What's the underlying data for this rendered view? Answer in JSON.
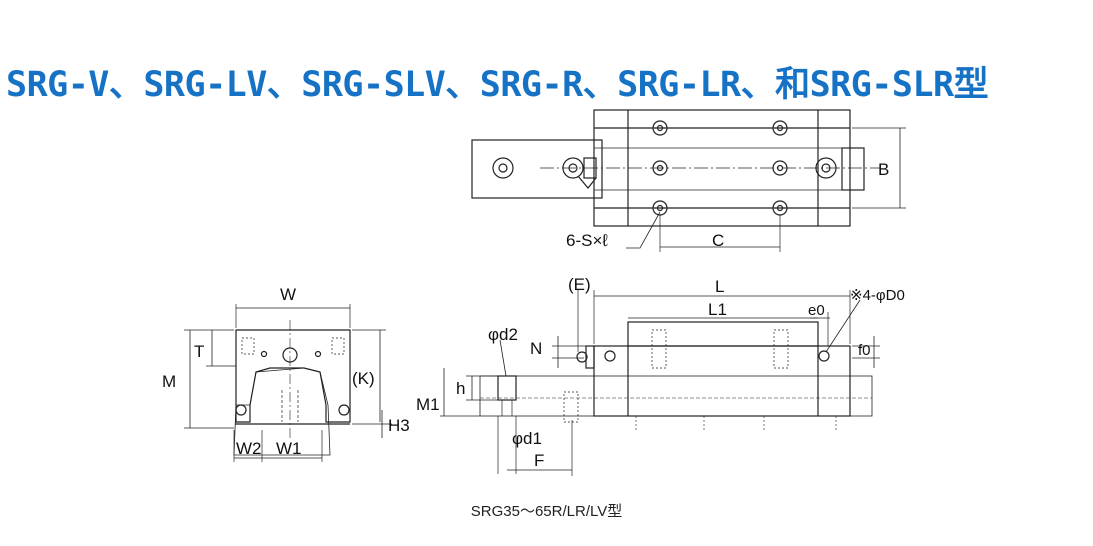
{
  "title": "SRG-V、SRG-LV、SRG-SLV、SRG-R、SRG-LR、和SRG-SLR型",
  "colors": {
    "title": "#1672c4",
    "line": "#222222",
    "dim": "#444444"
  },
  "labels": {
    "B": "B",
    "C": "C",
    "S": "6-S×ℓ",
    "W": "W",
    "T": "T",
    "M": "M",
    "K": "(K)",
    "H3": "H3",
    "W2": "W2",
    "W1": "W1",
    "E": "(E)",
    "L": "L",
    "L1": "L1",
    "D0": "※4-φD0",
    "e0": "e0",
    "f0": "f0",
    "d2": "φd2",
    "N": "N",
    "h": "h",
    "M1": "M1",
    "d1": "φd1",
    "F": "F"
  },
  "caption": "SRG35～65R/LR/LV型"
}
